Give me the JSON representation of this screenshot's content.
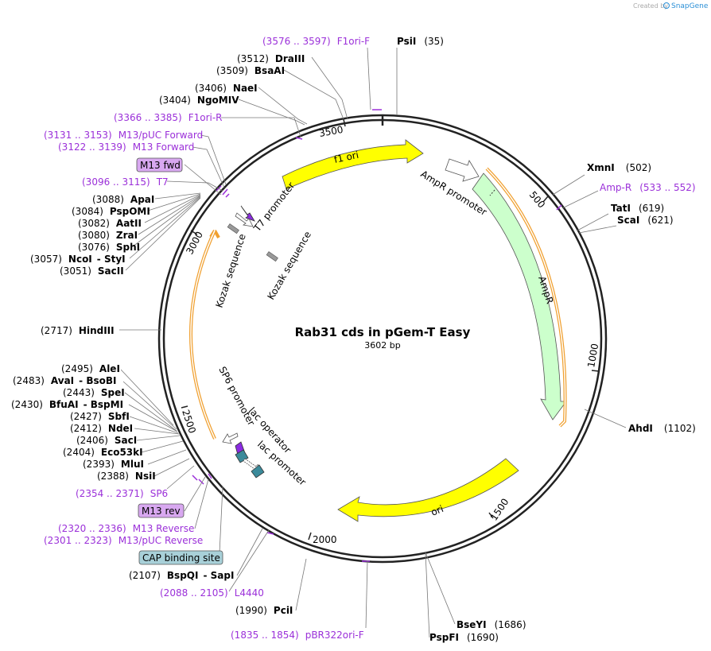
{
  "plasmid": {
    "name": "Rab31 cds in pGem-T Easy",
    "size_label": "3602 bp",
    "length": 3602
  },
  "credit": {
    "text": "Created by",
    "brand": "SnapGene"
  },
  "ticks": [
    {
      "pos": 500,
      "label": "500"
    },
    {
      "pos": 1000,
      "label": "1000"
    },
    {
      "pos": 1500,
      "label": "1500"
    },
    {
      "pos": 2000,
      "label": "2000"
    },
    {
      "pos": 2500,
      "label": "2500"
    },
    {
      "pos": 3000,
      "label": "3000"
    },
    {
      "pos": 3500,
      "label": "3500"
    }
  ],
  "enzymes": [
    {
      "id": "psi",
      "name": "PsiI",
      "pos": "(35)"
    },
    {
      "id": "dra3",
      "name": "DraIII",
      "pos": "(3512)"
    },
    {
      "id": "bsaa",
      "name": "BsaAI",
      "pos": "(3509)"
    },
    {
      "id": "nae",
      "name": "NaeI",
      "pos": "(3406)"
    },
    {
      "id": "ngo",
      "name": "NgoMIV",
      "pos": "(3404)"
    },
    {
      "id": "apa",
      "name": "ApaI",
      "pos": "(3088)"
    },
    {
      "id": "pspom",
      "name": "PspOMI",
      "pos": "(3084)"
    },
    {
      "id": "aat",
      "name": "AatII",
      "pos": "(3082)"
    },
    {
      "id": "zra",
      "name": "ZraI",
      "pos": "(3080)"
    },
    {
      "id": "sph",
      "name": "SphI",
      "pos": "(3076)"
    },
    {
      "id": "nco",
      "name": "NcoI",
      "name2": "StyI",
      "pos": "(3057)"
    },
    {
      "id": "sac2",
      "name": "SacII",
      "pos": "(3051)"
    },
    {
      "id": "hind",
      "name": "HindIII",
      "pos": "(2717)"
    },
    {
      "id": "ale",
      "name": "AleI",
      "pos": "(2495)"
    },
    {
      "id": "ava",
      "name": "AvaI",
      "name2": "BsoBI",
      "pos": "(2483)"
    },
    {
      "id": "spe",
      "name": "SpeI",
      "pos": "(2443)"
    },
    {
      "id": "bfua",
      "name": "BfuAI",
      "name2": "BspMI",
      "pos": "(2430)"
    },
    {
      "id": "sbf",
      "name": "SbfI",
      "pos": "(2427)"
    },
    {
      "id": "nde",
      "name": "NdeI",
      "pos": "(2412)"
    },
    {
      "id": "sac",
      "name": "SacI",
      "pos": "(2406)"
    },
    {
      "id": "eco53",
      "name": "Eco53kI",
      "pos": "(2404)"
    },
    {
      "id": "mlu",
      "name": "MluI",
      "pos": "(2393)"
    },
    {
      "id": "nsi",
      "name": "NsiI",
      "pos": "(2388)"
    },
    {
      "id": "bspq",
      "name": "BspQI",
      "name2": "SapI",
      "pos": "(2107)"
    },
    {
      "id": "pci",
      "name": "PciI",
      "pos": "(1990)"
    },
    {
      "id": "xmn",
      "name": "XmnI",
      "pos": "(502)"
    },
    {
      "id": "tat",
      "name": "TatI",
      "pos": "(619)"
    },
    {
      "id": "sca",
      "name": "ScaI",
      "pos": "(621)"
    },
    {
      "id": "ahd",
      "name": "AhdI",
      "pos": "(1102)"
    },
    {
      "id": "bsey",
      "name": "BseYI",
      "pos": "(1686)"
    },
    {
      "id": "pspf",
      "name": "PspFI",
      "pos": "(1690)"
    }
  ],
  "primers": [
    {
      "id": "f1orif",
      "range": "(3576 .. 3597)",
      "name": "F1ori-F"
    },
    {
      "id": "f1orir",
      "range": "(3366 .. 3385)",
      "name": "F1ori-R"
    },
    {
      "id": "m13puc",
      "range": "(3131 .. 3153)",
      "name": "M13/pUC Forward"
    },
    {
      "id": "m13f",
      "range": "(3122 .. 3139)",
      "name": "M13 Forward"
    },
    {
      "id": "t7",
      "range": "(3096 .. 3115)",
      "name": "T7"
    },
    {
      "id": "ampr",
      "range": "(533 .. 552)",
      "name": "Amp-R"
    },
    {
      "id": "sp6",
      "range": "(2354 .. 2371)",
      "name": "SP6"
    },
    {
      "id": "m13r",
      "range": "(2320 .. 2336)",
      "name": "M13 Reverse"
    },
    {
      "id": "m13pucr",
      "range": "(2301 .. 2323)",
      "name": "M13/pUC Reverse"
    },
    {
      "id": "l4440",
      "range": "(2088 .. 2105)",
      "name": "L4440"
    },
    {
      "id": "pbr",
      "range": "(1835 .. 1854)",
      "name": "pBR322ori-F"
    }
  ],
  "boxes": {
    "m13fwd": "M13 fwd",
    "m13rev": "M13 rev",
    "cap": "CAP binding site"
  },
  "features": {
    "f1ori": "f1 ori",
    "ampr_promoter": "AmpR promoter",
    "ampr": "AmpR",
    "ori": "ori",
    "t7_promoter": "T7 promoter",
    "kozak1": "Kozak sequence",
    "kozak2": "Kozak sequence",
    "sp6_promoter": "SP6 promoter",
    "lac_operator": "lac operator",
    "lac_promoter": "lac promoter"
  },
  "colors": {
    "primer": "#9b30d9",
    "f1ori_fill": "#ffff00",
    "ampr_fill": "#ccffcc",
    "orf_stroke": "#f0a030",
    "cap_fill": "#a8d0d8",
    "box_fill": "#d8a8f0"
  }
}
